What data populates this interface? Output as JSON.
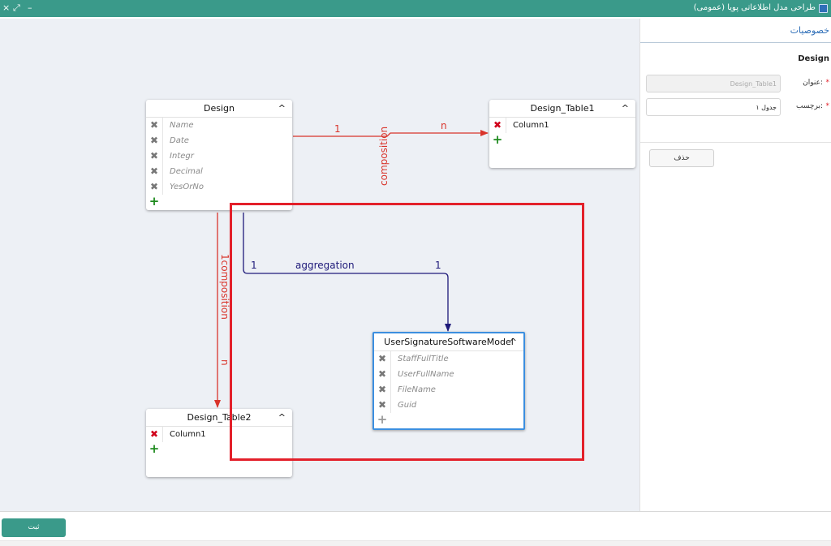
{
  "window": {
    "title": "طراحی مدل اطلاعاتی پویا (عمومی)",
    "close_glyph": "×",
    "maximize_glyph": "⤢",
    "minimize_glyph": "–"
  },
  "diagram": {
    "tables": {
      "design": {
        "name": "Design",
        "fields": [
          "Name",
          "Date",
          "Integr",
          "Decimal",
          "YesOrNo"
        ]
      },
      "design_table1": {
        "name": "Design_Table1",
        "fields": [
          "Column1"
        ]
      },
      "design_table2": {
        "name": "Design_Table2",
        "fields": [
          "Column1"
        ]
      },
      "user_signature": {
        "name": "UserSignatureSoftwareModel",
        "fields": [
          "StaffFullTitle",
          "UserFullName",
          "FileName",
          "Guid"
        ]
      }
    },
    "links": {
      "composition_top": {
        "label": "composition",
        "source_card": "1",
        "target_card": "n",
        "color": "#d9342b"
      },
      "aggregation": {
        "label": "aggregation",
        "source_card": "1",
        "target_card": "1",
        "color": "#1f1a7a"
      },
      "composition_down": {
        "label": "1composition",
        "target_card": "n",
        "color": "#d9342b"
      }
    },
    "collapse_glyph": "^",
    "delete_glyph": "✖",
    "add_glyph": "+",
    "highlight_color": "#e3202a",
    "selection_color": "#3c8fe0"
  },
  "properties": {
    "title": "خصوصیات",
    "selected_name": "Design",
    "fields": {
      "title_label": "عنوان:",
      "title_value": "Design_Table1",
      "tag_label": "برچسب:",
      "tag_value": "جدول ۱",
      "required_mark": "*"
    },
    "delete_label": "حذف"
  },
  "footer": {
    "save_label": "ثبت"
  },
  "colors": {
    "accent": "#3a9a8a",
    "canvas_bg": "#edf0f5"
  }
}
